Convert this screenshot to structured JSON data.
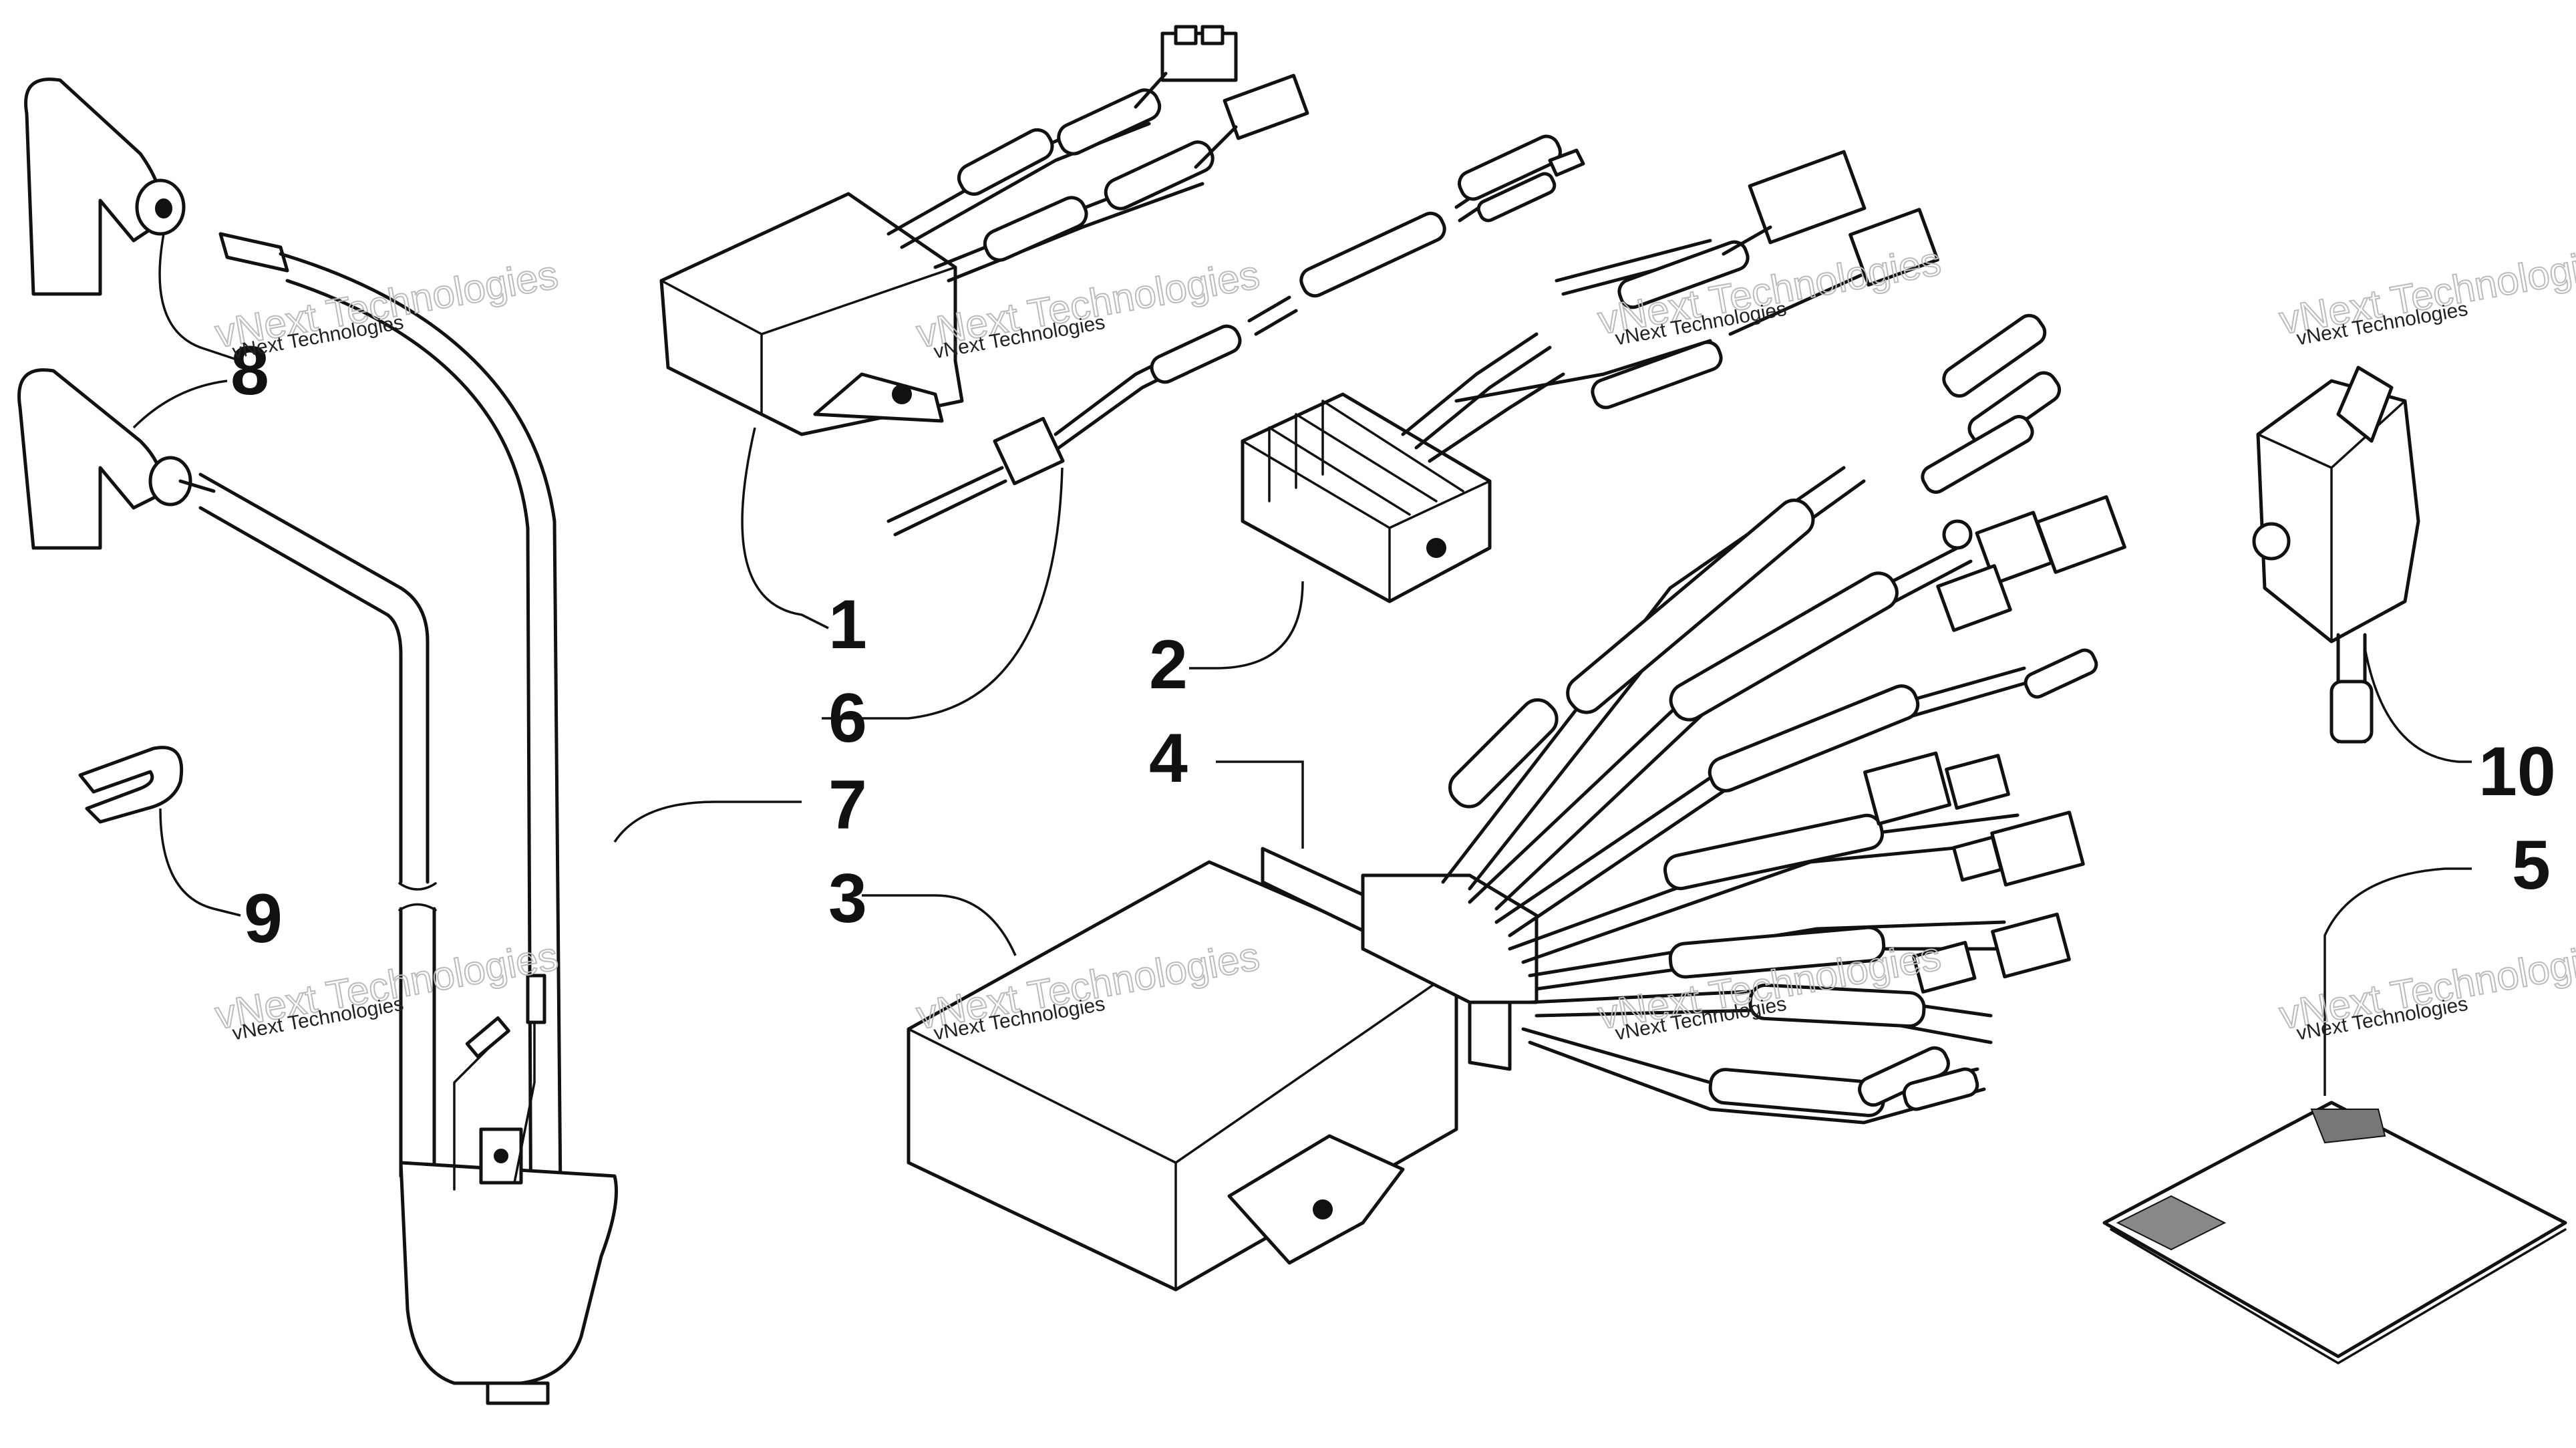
{
  "callouts": [
    {
      "id": "1",
      "label": "1"
    },
    {
      "id": "2",
      "label": "2"
    },
    {
      "id": "3",
      "label": "3"
    },
    {
      "id": "4",
      "label": "4"
    },
    {
      "id": "5",
      "label": "5"
    },
    {
      "id": "6",
      "label": "6"
    },
    {
      "id": "7",
      "label": "7"
    },
    {
      "id": "8",
      "label": "8"
    },
    {
      "id": "9",
      "label": "9"
    },
    {
      "id": "10",
      "label": "10"
    }
  ],
  "watermark": {
    "small_text": "vNext Technologies",
    "large_text": "vNext Technologies"
  }
}
